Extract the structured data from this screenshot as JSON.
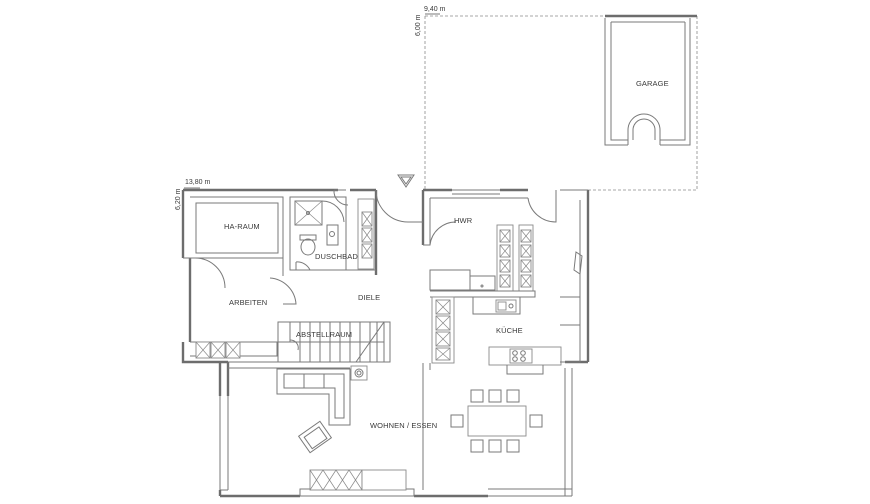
{
  "dimensions": {
    "garage_width": "9,40 m",
    "garage_depth": "6,00 m",
    "house_width": "13,80 m",
    "house_depth": "6,20 m"
  },
  "rooms": {
    "garage": "GARAGE",
    "hwr": "HWR",
    "ha_raum": "HA-RAUM",
    "duschbad": "DUSCHBAD",
    "diele": "DIELE",
    "arbeiten": "ARBEITEN",
    "abstellraum": "ABSTELLRAUM",
    "kueche": "KÜCHE",
    "wohnen_essen": "WOHNEN / ESSEN"
  },
  "icons": {
    "entrance": "entrance-triangle-icon",
    "compass": "none"
  },
  "colors": {
    "wall": "#6d6d6d",
    "line": "#8a8a8a",
    "text": "#3a3a3a",
    "background": "#ffffff"
  }
}
